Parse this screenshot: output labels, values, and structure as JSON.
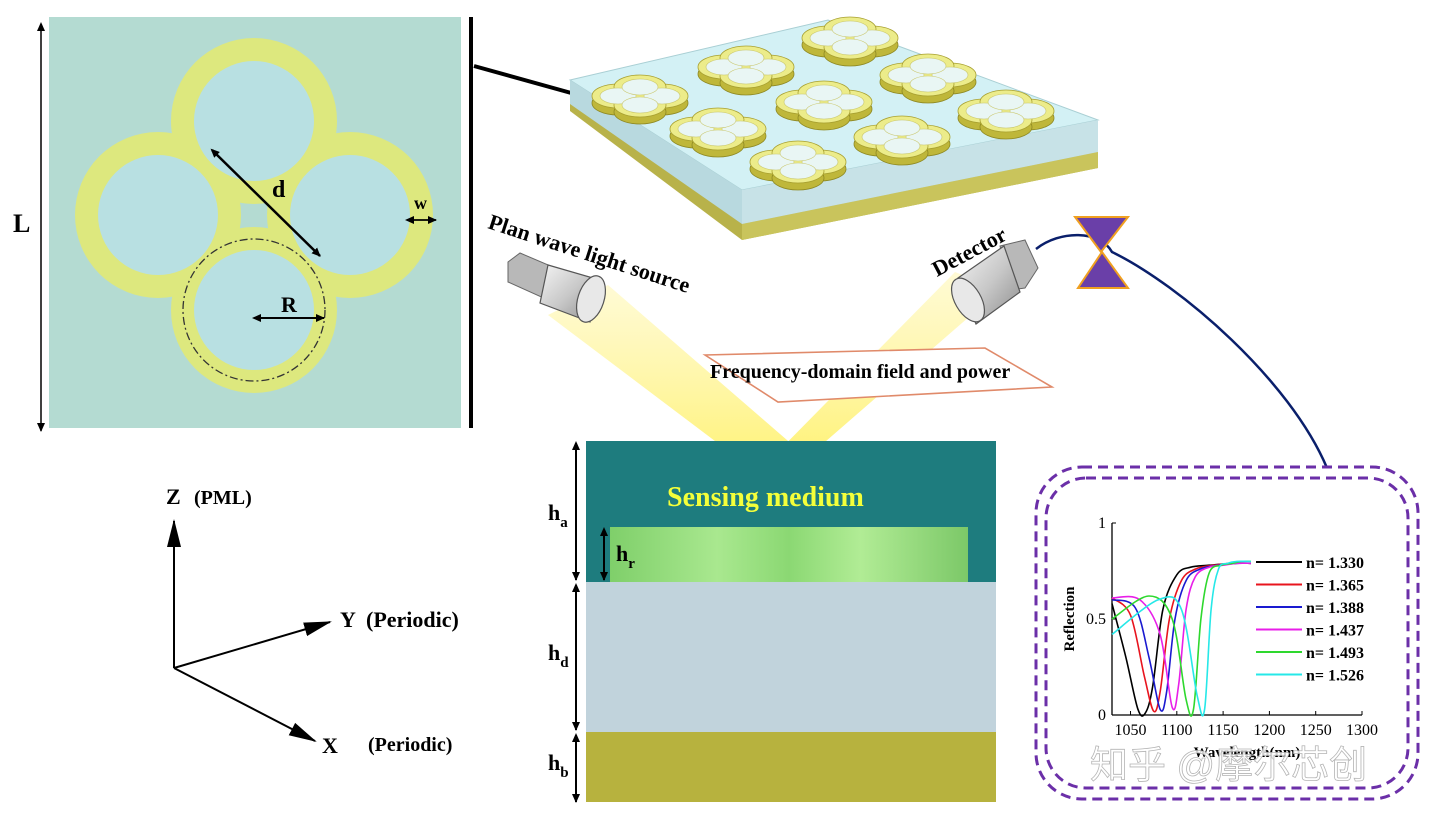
{
  "unit_cell": {
    "label_L": "L",
    "label_d": "d",
    "label_w": "w",
    "label_R": "R",
    "colors": {
      "background": "#b4dbd2",
      "ring": "#dde87e",
      "hole": "#b8e0e2"
    }
  },
  "source": {
    "label": "Plan wave light source"
  },
  "detector": {
    "label": "Detector"
  },
  "monitor": {
    "label": "Frequency-domain field and power"
  },
  "stack": {
    "medium_label": "Sensing medium",
    "labels": {
      "ha": "h",
      "ha_sub": "a",
      "hr": "h",
      "hr_sub": "r",
      "hd": "h",
      "hd_sub": "d",
      "hb": "h",
      "hb_sub": "b"
    },
    "colors": {
      "medium": "#1e7c7e",
      "resonator": "#9fe28a",
      "dielectric": "#c1d3dc",
      "base": "#b7b23e"
    }
  },
  "axes": {
    "z_label": "Z",
    "z_boundary": "(PML)",
    "y_label": "Y",
    "y_boundary": "(Periodic)",
    "x_label": "X",
    "x_boundary": "(Periodic)"
  },
  "watermark": "知乎 @摩尔芯创",
  "chart_data": {
    "type": "line",
    "title": "",
    "xlabel": "Wavelength(nm)",
    "ylabel": "Reflection",
    "xlim": [
      1030,
      1300
    ],
    "ylim": [
      0,
      1
    ],
    "x_ticks": [
      "1050",
      "1100",
      "1150",
      "1200",
      "1250",
      "1300"
    ],
    "y_ticks": [
      "0",
      "0.5",
      "1"
    ],
    "grid": false,
    "legend_position": "top-right",
    "series": [
      {
        "name": "n= 1.330",
        "color": "#000000",
        "x": [
          1030,
          1045,
          1058,
          1066,
          1074,
          1085,
          1100,
          1115,
          1135,
          1160,
          1180
        ],
        "y": [
          0.58,
          0.3,
          0.03,
          0.01,
          0.15,
          0.55,
          0.73,
          0.77,
          0.78,
          0.79,
          0.79
        ]
      },
      {
        "name": "n= 1.365",
        "color": "#e8141e",
        "x": [
          1030,
          1050,
          1065,
          1075,
          1082,
          1092,
          1105,
          1120,
          1140,
          1160,
          1180
        ],
        "y": [
          0.61,
          0.52,
          0.2,
          0.02,
          0.12,
          0.5,
          0.7,
          0.76,
          0.78,
          0.79,
          0.79
        ]
      },
      {
        "name": "n= 1.388",
        "color": "#1a1ad0",
        "x": [
          1030,
          1055,
          1070,
          1082,
          1089,
          1098,
          1110,
          1125,
          1145,
          1165,
          1180
        ],
        "y": [
          0.6,
          0.56,
          0.3,
          0.03,
          0.12,
          0.5,
          0.7,
          0.76,
          0.78,
          0.79,
          0.79
        ]
      },
      {
        "name": "n= 1.437",
        "color": "#e81ee8",
        "x": [
          1030,
          1060,
          1082,
          1095,
          1102,
          1110,
          1120,
          1135,
          1150,
          1165,
          1180
        ],
        "y": [
          0.61,
          0.6,
          0.42,
          0.04,
          0.16,
          0.55,
          0.72,
          0.77,
          0.78,
          0.79,
          0.79
        ]
      },
      {
        "name": "n= 1.493",
        "color": "#2ed82e",
        "x": [
          1030,
          1070,
          1095,
          1110,
          1118,
          1126,
          1135,
          1148,
          1160,
          1170,
          1180
        ],
        "y": [
          0.5,
          0.62,
          0.5,
          0.08,
          0.03,
          0.5,
          0.74,
          0.78,
          0.79,
          0.8,
          0.8
        ]
      },
      {
        "name": "n= 1.526",
        "color": "#26e8e8",
        "x": [
          1030,
          1080,
          1105,
          1122,
          1130,
          1137,
          1145,
          1155,
          1165,
          1175,
          1180
        ],
        "y": [
          0.42,
          0.6,
          0.55,
          0.1,
          0.03,
          0.55,
          0.76,
          0.79,
          0.8,
          0.8,
          0.8
        ]
      }
    ]
  }
}
